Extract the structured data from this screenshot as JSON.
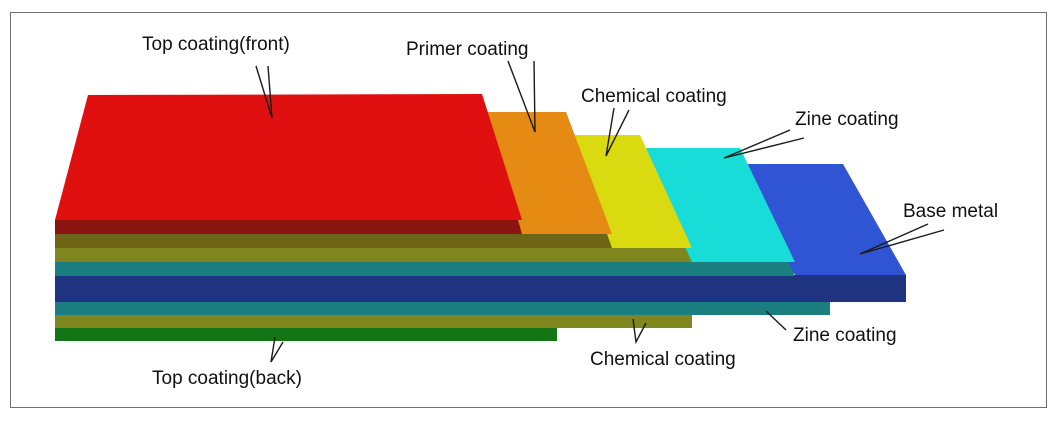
{
  "labels": {
    "top_front": "Top coating(front)",
    "primer": "Primer coating",
    "chemical_top": "Chemical coating",
    "zinc_top": "Zine coating",
    "base_metal": "Base metal",
    "zinc_bottom": "Zine coating",
    "chemical_bottom": "Chemical coating",
    "top_back": "Top coating(back)"
  },
  "colors": {
    "top_coating_front": "#e01010",
    "primer_coating": "#e58a12",
    "chemical_coating": "#dada10",
    "zinc_coating": "#18dcd8",
    "base_metal": "#2f55d4",
    "base_metal_edge": "#1e3480",
    "zinc_edge": "#1b7f82",
    "chemical_edge": "#7f861e",
    "primer_edge": "#6d6515",
    "top_front_edge": "#8a1410",
    "top_back_edge": "#137515"
  }
}
